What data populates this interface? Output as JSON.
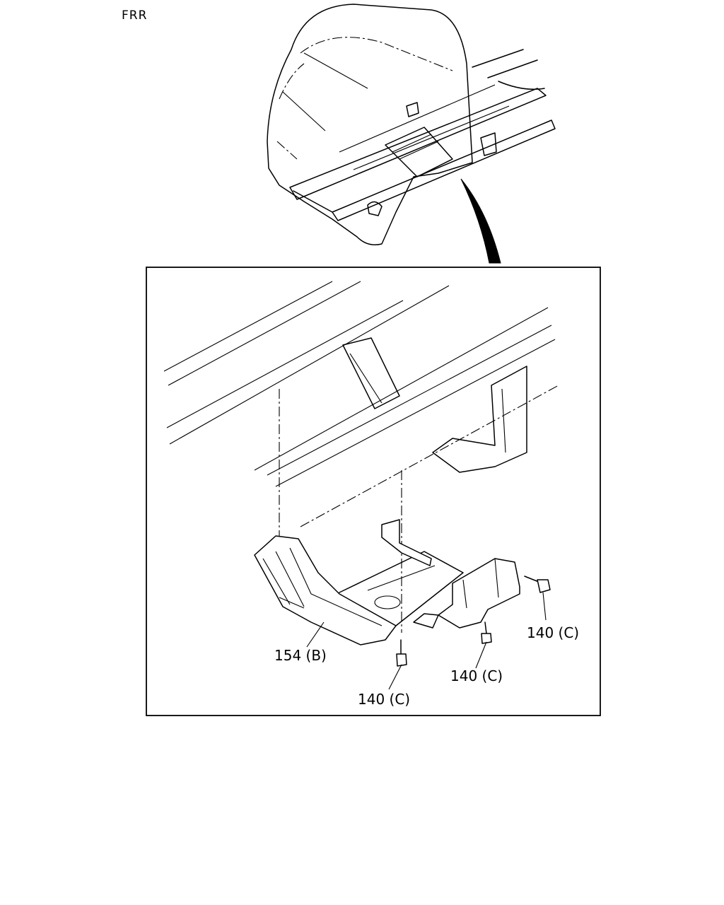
{
  "header": {
    "model": "FRR"
  },
  "callouts": [
    {
      "id": "bracket",
      "text": "154 (B)"
    },
    {
      "id": "bolt-bottom",
      "text": "140 (C)"
    },
    {
      "id": "bolt-middle",
      "text": "140 (C)"
    },
    {
      "id": "bolt-right",
      "text": "140 (C)"
    }
  ]
}
